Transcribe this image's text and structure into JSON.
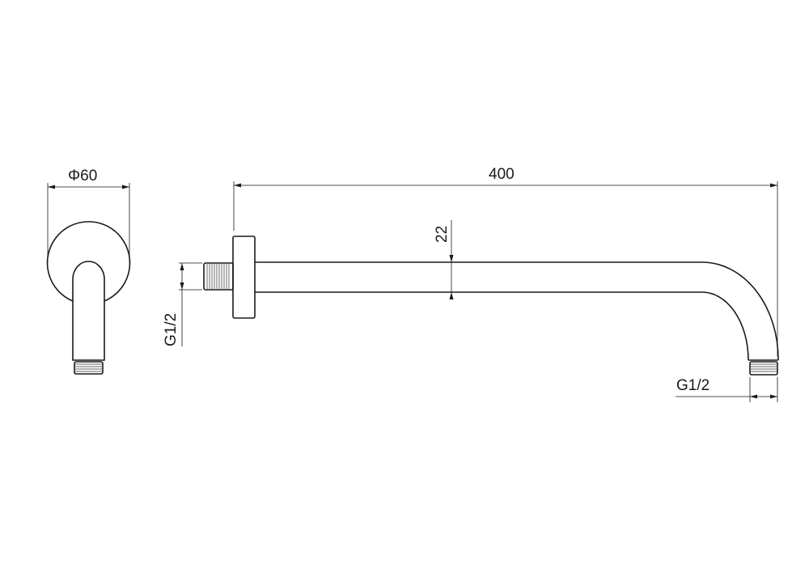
{
  "drawing": {
    "title": "Shower arm technical drawing",
    "dimensions": {
      "flange_diameter": "Φ60",
      "arm_length": "400",
      "tube_height": "22",
      "thread_wall": "G1/2",
      "thread_outlet": "G1/2"
    },
    "line_color": "#1a1a1a"
  }
}
